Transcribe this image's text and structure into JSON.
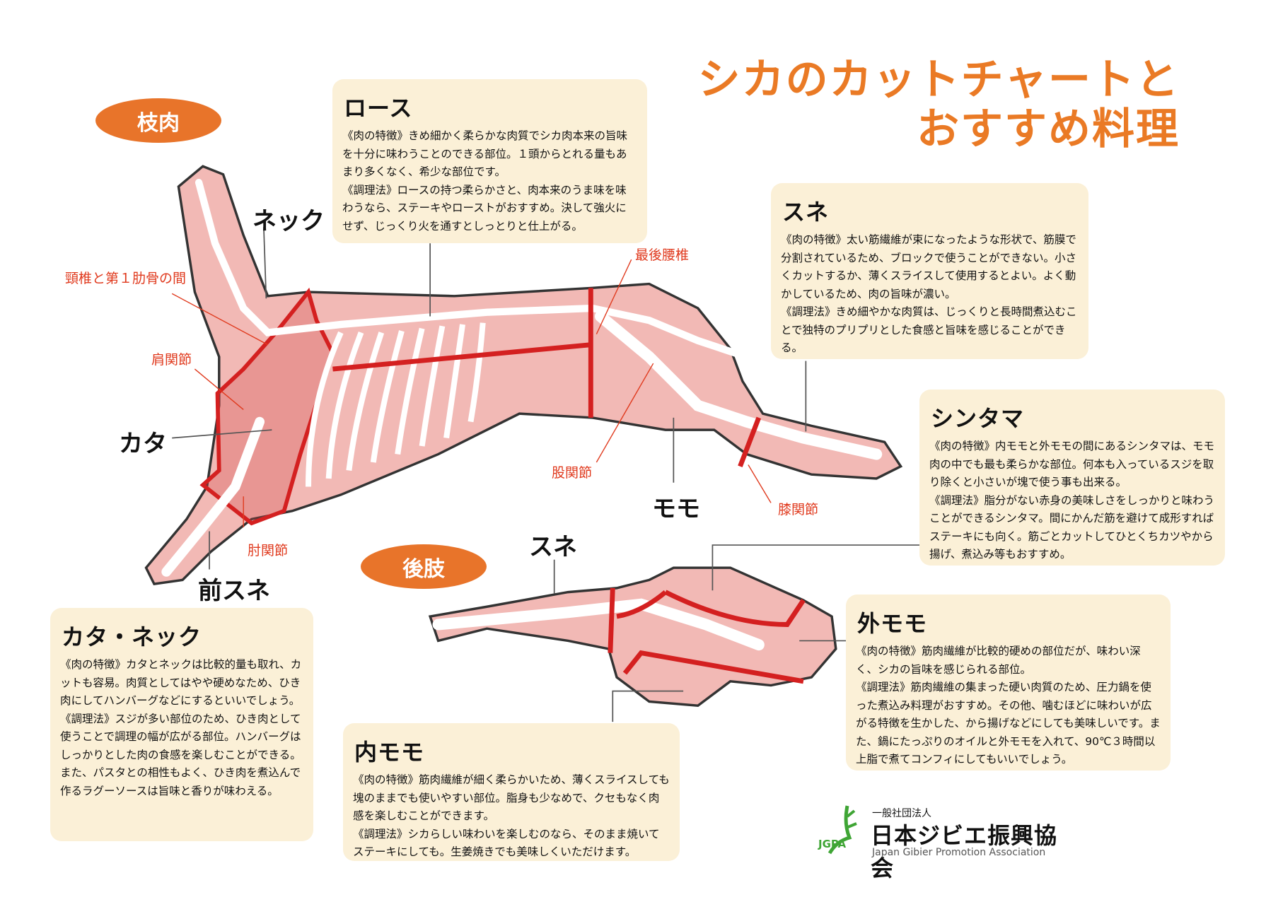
{
  "title": {
    "line1": "シカのカットチャートと",
    "line2": "おすすめ料理"
  },
  "badges": {
    "carcass": "枝肉",
    "hindleg": "後肢"
  },
  "labels": {
    "neck": "ネック",
    "kata": "カタ",
    "mae_sune": "前スネ",
    "momo": "モモ",
    "sune_lower": "スネ"
  },
  "joint_labels": {
    "cervical": "頸椎と第１肋骨の間",
    "shoulder": "肩関節",
    "elbow": "肘関節",
    "last_lumbar": "最後腰椎",
    "hip": "股関節",
    "knee": "膝関節"
  },
  "boxes": {
    "loin": {
      "title": "ロース",
      "text": "《肉の特徴》きめ細かく柔らかな肉質でシカ肉本来の旨味を十分に味わうことのできる部位。１頭からとれる量もあまり多くなく、希少な部位です。\n《調理法》ロースの持つ柔らかさと、肉本来のうま味を味わうなら、ステーキやローストがおすすめ。決して強火にせず、じっくり火を通すとしっとりと仕上がる。"
    },
    "shank": {
      "title": "スネ",
      "text": "《肉の特徴》太い筋繊維が束になったような形状で、筋膜で分割されているため、ブロックで使うことができない。小さくカットするか、薄くスライスして使用するとよい。よく動かしているため、肉の旨味が濃い。\n《調理法》きめ細やかな肉質は、じっくりと長時間煮込むことで独特のプリプリとした食感と旨味を感じることができる。"
    },
    "shintama": {
      "title": "シンタマ",
      "text": "《肉の特徴》内モモと外モモの間にあるシンタマは、モモ肉の中でも最も柔らかな部位。何本も入っているスジを取り除くと小さいが塊で使う事も出来る。\n《調理法》脂分がない赤身の美味しさをしっかりと味わうことができるシンタマ。間にかんだ筋を避けて成形すればステーキにも向く。筋ごとカットしてひとくちカツやから揚げ、煮込み等もおすすめ。"
    },
    "shoulder_neck": {
      "title": "カタ・ネック",
      "text": "《肉の特徴》カタとネックは比較的量も取れ、カットも容易。肉質としてはやや硬めなため、ひき肉にしてハンバーグなどにするといいでしょう。\n《調理法》スジが多い部位のため、ひき肉として使うことで調理の幅が広がる部位。ハンバーグはしっかりとした肉の食感を楽しむことができる。また、パスタとの相性もよく、ひき肉を煮込んで作るラグーソースは旨味と香りが味わえる。"
    },
    "inside_round": {
      "title": "内モモ",
      "text": "《肉の特徴》筋肉繊維が細く柔らかいため、薄くスライスしても塊のままでも使いやすい部位。脂身も少なめで、クセもなく肉感を楽しむことができます。\n《調理法》シカらしい味わいを楽しむのなら、そのまま焼いてステーキにしても。生姜焼きでも美味しくいただけます。"
    },
    "outside_round": {
      "title": "外モモ",
      "text": "《肉の特徴》筋肉繊維が比較的硬めの部位だが、味わい深く、シカの旨味を感じられる部位。\n《調理法》筋肉繊維の集まった硬い肉質のため、圧力鍋を使った煮込み料理がおすすめ。その他、噛むほどに味わいが広がる特徴を生かした、から揚げなどにしても美味しいです。また、鍋にたっぷりのオイルと外モモを入れて、90℃３時間以上脂で煮てコンフィにしてもいいでしょう。"
    }
  },
  "logo": {
    "small": "一般社団法人",
    "name": "日本ジビエ振興協会",
    "english": "Japan Gibier Promotion Association",
    "mark": "JGPA"
  },
  "colors": {
    "accent": "#e8742a",
    "cut_line": "#d42020",
    "meat": "#f2b9b5",
    "box": "#fbf0d7"
  }
}
